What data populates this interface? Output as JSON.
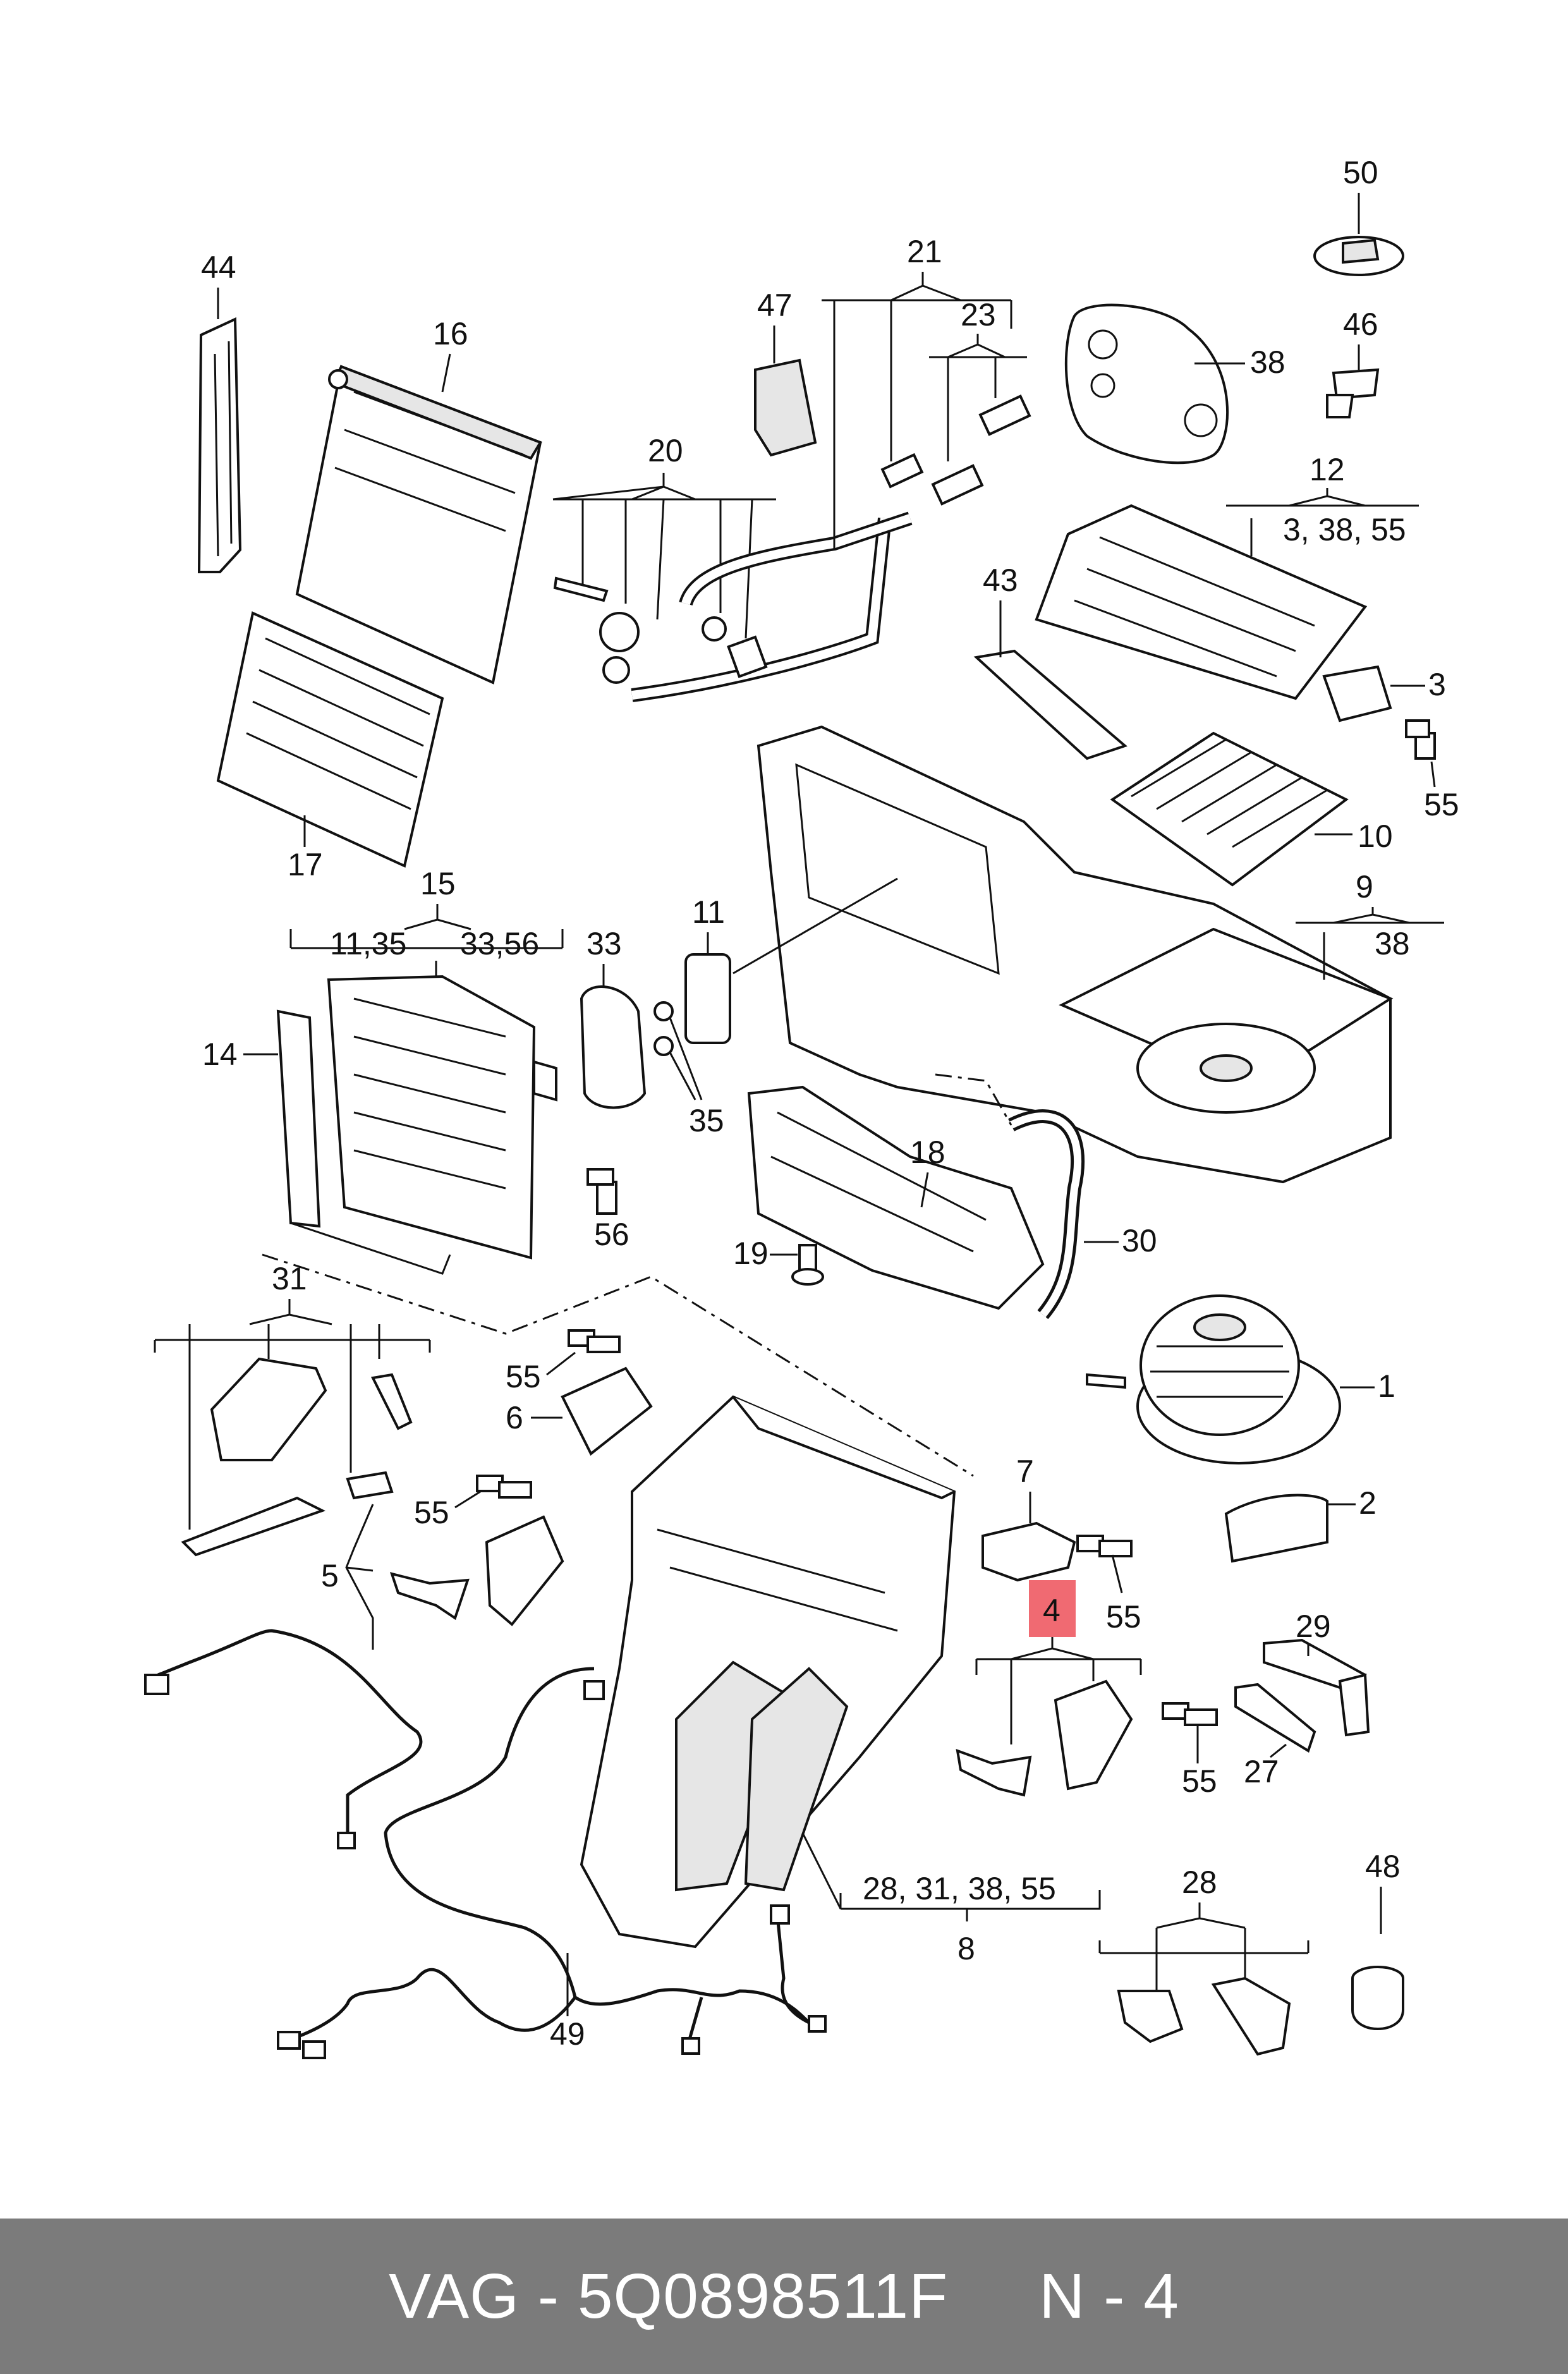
{
  "callouts": {
    "c1": "1",
    "c2": "2",
    "c3": "3",
    "c4": "4",
    "c5": "5",
    "c6": "6",
    "c7": "7",
    "c8": "8",
    "c9": "9",
    "c9_sub": "38",
    "c10": "10",
    "c11": "11",
    "c12": "12",
    "c12_sub": "3, 38, 55",
    "c14": "14",
    "c15": "15",
    "c15_sub_a": "11,35",
    "c15_sub_b": "33,56",
    "c16": "16",
    "c17": "17",
    "c18": "18",
    "c19": "19",
    "c20": "20",
    "c21": "21",
    "c23": "23",
    "c27": "27",
    "c28": "28",
    "c29": "29",
    "c30": "30",
    "c31": "31",
    "c33": "33",
    "c35": "35",
    "c38": "38",
    "c43": "43",
    "c44": "44",
    "c46": "46",
    "c47": "47",
    "c48": "48",
    "c49": "49",
    "c50": "50",
    "c55_a": "55",
    "c55_b": "55",
    "c55_c": "55",
    "c55_d": "55",
    "c55_e": "55",
    "c56": "56",
    "c8_sub": "28, 31, 38, 55",
    "c28_sub": "28"
  },
  "highlight": {
    "label": "4",
    "color": "#f06a72"
  },
  "footer": {
    "brand": "VAG",
    "sep": " - ",
    "part_number": "5Q0898511F",
    "position": "N - 4"
  },
  "colors": {
    "footer_bg": "#7b7b7b",
    "footer_text": "#ffffff",
    "line": "#111111"
  }
}
